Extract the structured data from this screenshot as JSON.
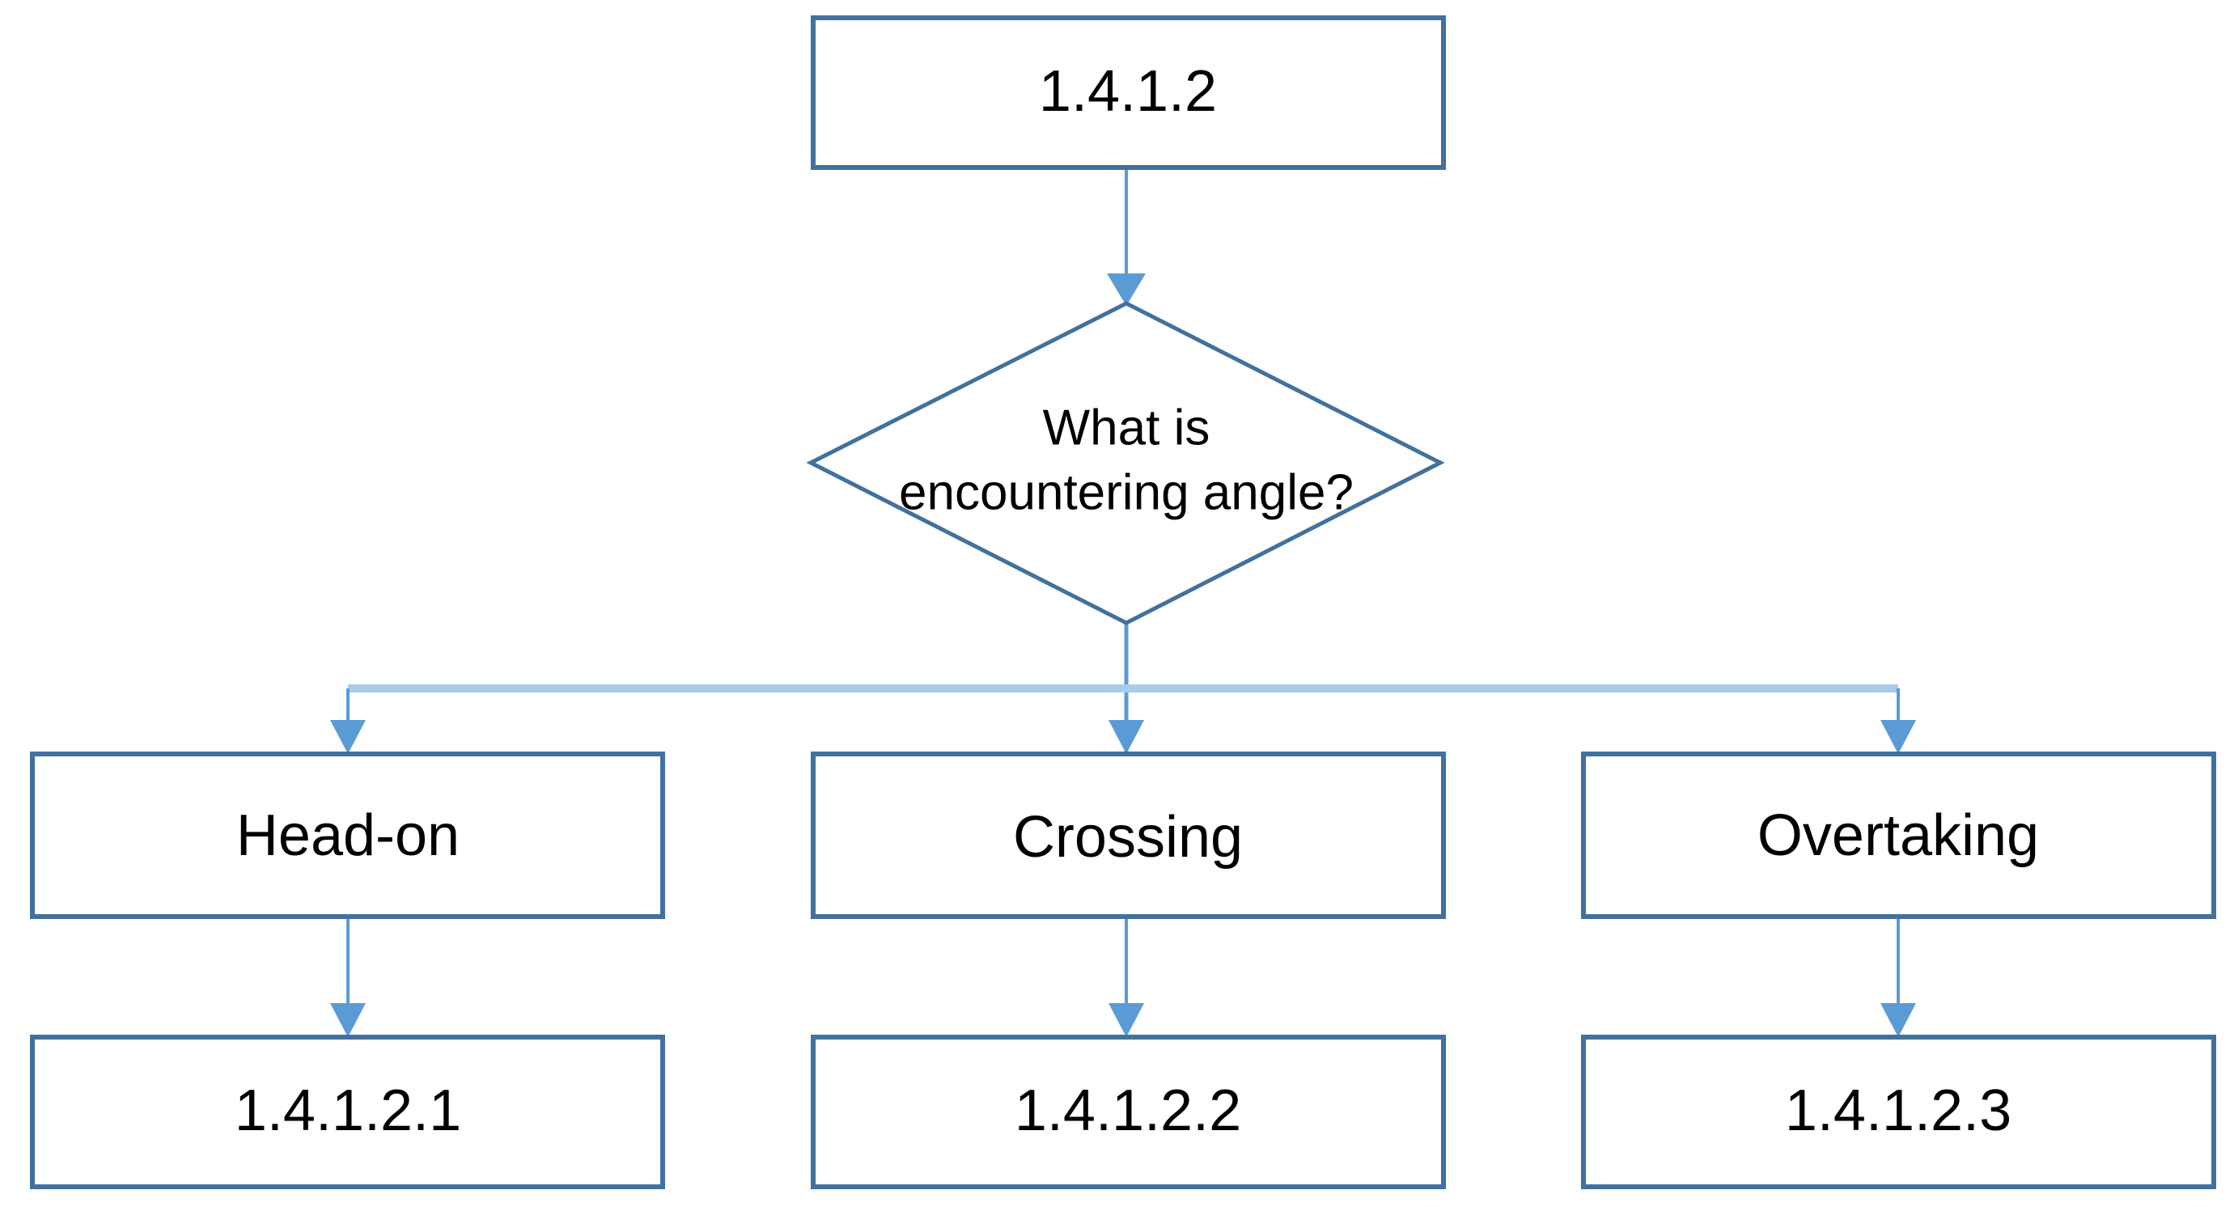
{
  "diagram": {
    "title_node": {
      "id": "root",
      "label": "1.4.1.2"
    },
    "decision": {
      "id": "decision-encountering-angle",
      "label_line1": "What is",
      "label_line2": "encountering angle?"
    },
    "branches": [
      {
        "id": "branch-head-on",
        "label": "Head-on",
        "outcome": "1.4.1.2.1"
      },
      {
        "id": "branch-crossing",
        "label": "Crossing",
        "outcome": "1.4.1.2.2"
      },
      {
        "id": "branch-overtaking",
        "label": "Overtaking",
        "outcome": "1.4.1.2.3"
      }
    ],
    "colors": {
      "box_border": "#41719C",
      "connector": "#5B9BD5",
      "connector_pale": "#A9CBEC",
      "background": "#FFFFFF",
      "text": "#000000"
    }
  }
}
